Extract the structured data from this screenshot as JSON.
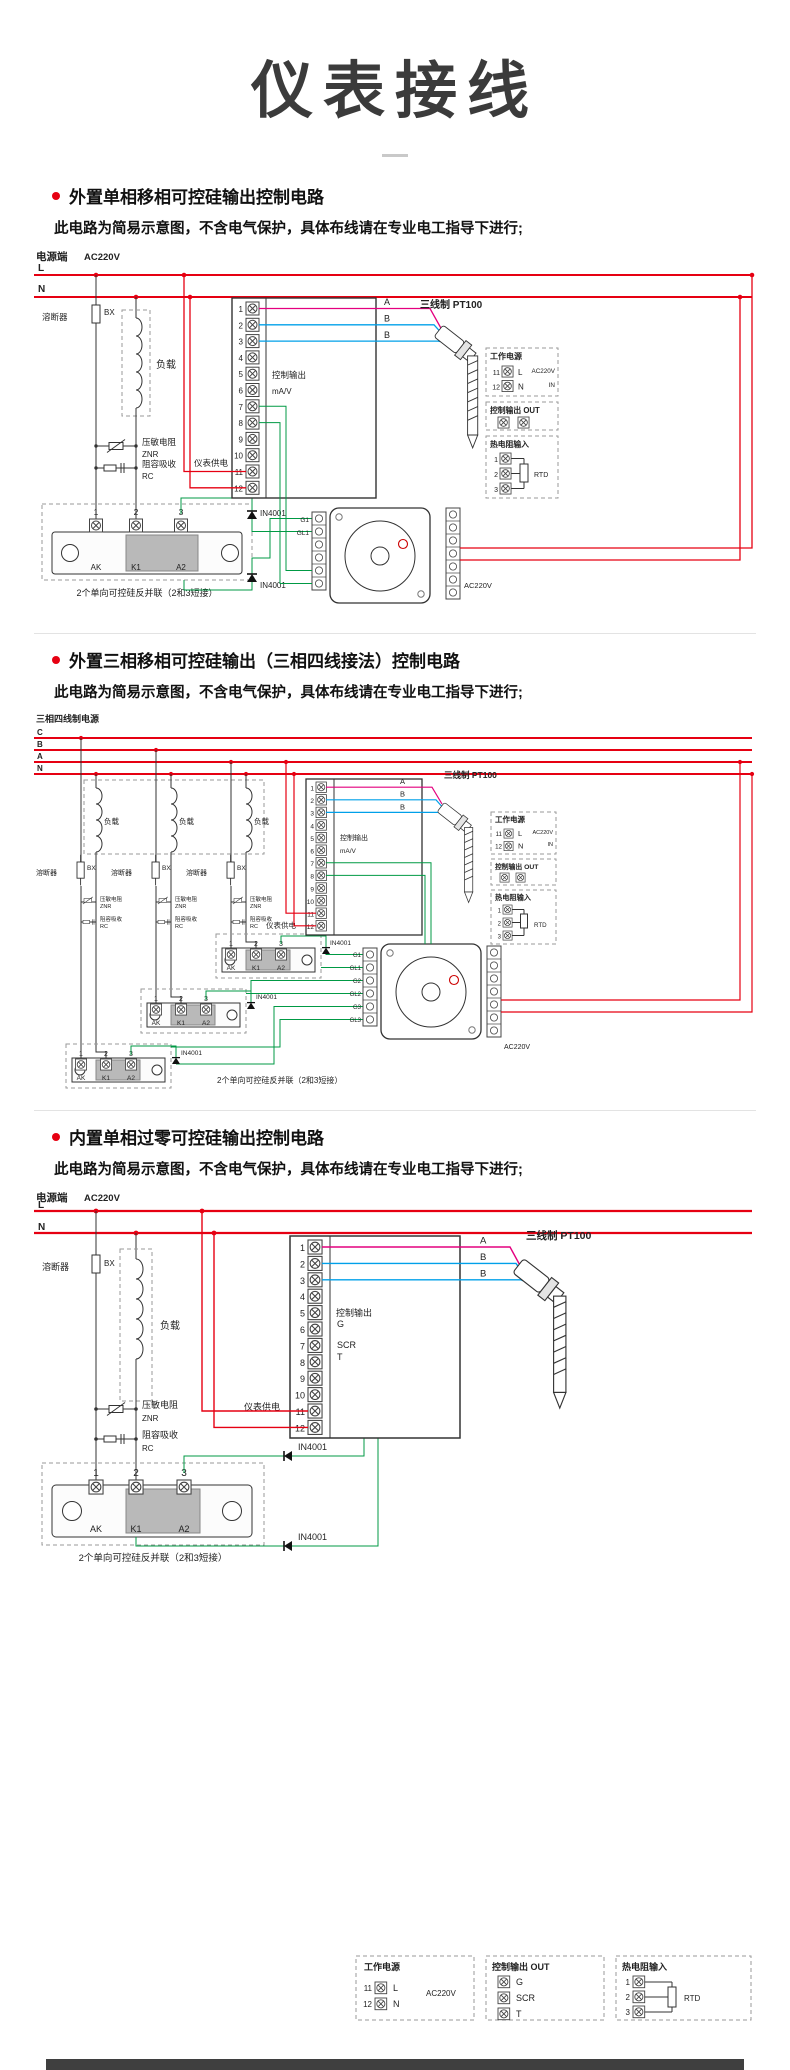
{
  "page": {
    "title": "仪表接线"
  },
  "colors": {
    "accent_red": "#e60012",
    "wire_green": "#009a44",
    "wire_blue": "#00a0e9",
    "wire_magenta": "#e4007f"
  },
  "sections": [
    {
      "heading": "外置单相移相可控硅输出控制电路",
      "subtitle": "此电路为简易示意图，不含电气保护，具体布线请在专业电工指导下进行;"
    },
    {
      "heading": "外置三相移相可控硅输出（三相四线接法）控制电路",
      "subtitle": "此电路为简易示意图，不含电气保护，具体布线请在专业电工指导下进行;"
    },
    {
      "heading": "内置单相过零可控硅输出控制电路",
      "subtitle": "此电路为简易示意图，不含电气保护，具体布线请在专业电工指导下进行;"
    }
  ],
  "labels": {
    "power_end": "电源端",
    "ac220v": "AC220V",
    "three_phase": "三相四线制电源",
    "L": "L",
    "N": "N",
    "A": "A",
    "B": "B",
    "C": "C",
    "fuse": "溶断器",
    "BX": "BX",
    "load": "负载",
    "varistor": "压敏电阻",
    "ZNR": "ZNR",
    "rc_name": "阻容吸收",
    "RC": "RC",
    "ctrl_output": "控制输出",
    "mav": "mA/V",
    "meter_supply": "仪表供电",
    "pt100": "三线制 PT100",
    "work_power": "工作电源",
    "ctrl_out_out": "控制输出 OUT",
    "rtd_input": "热电阻输入",
    "RTD": "RTD",
    "IN": "IN",
    "in4001": "IN4001",
    "scr_note": "2个单向可控硅反并联（2和3短接）",
    "AK": "AK",
    "K1": "K1",
    "A2": "A2",
    "G": "G",
    "SCR": "SCR",
    "T": "T",
    "G1": "G1",
    "GL1": "GL1",
    "G2": "G2",
    "GL2": "GL2",
    "G3": "G3",
    "GL3": "GL3",
    "n11": "11",
    "n12": "12"
  },
  "terminals": [
    "1",
    "2",
    "3",
    "4",
    "5",
    "6",
    "7",
    "8",
    "9",
    "10",
    "11",
    "12"
  ]
}
